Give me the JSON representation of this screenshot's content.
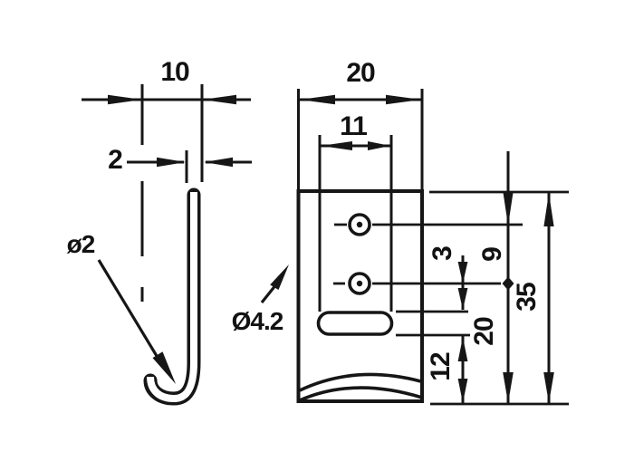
{
  "drawing": {
    "side_view": {
      "label": "hook side profile",
      "dims": {
        "depth": "10",
        "thickness": "2",
        "bend_diameter": "ø2"
      }
    },
    "front_view": {
      "label": "plate front view",
      "dims": {
        "plate_width": "20",
        "slot_length": "11",
        "hole_diameter": "Ø4.2",
        "hole_to_slot": "3",
        "hole_spacing": "9",
        "hole_to_bottom": "20",
        "slot_to_bottom": "12",
        "plate_height": "35"
      }
    },
    "style": {
      "line_color": "#161616",
      "background": "#ffffff"
    }
  }
}
